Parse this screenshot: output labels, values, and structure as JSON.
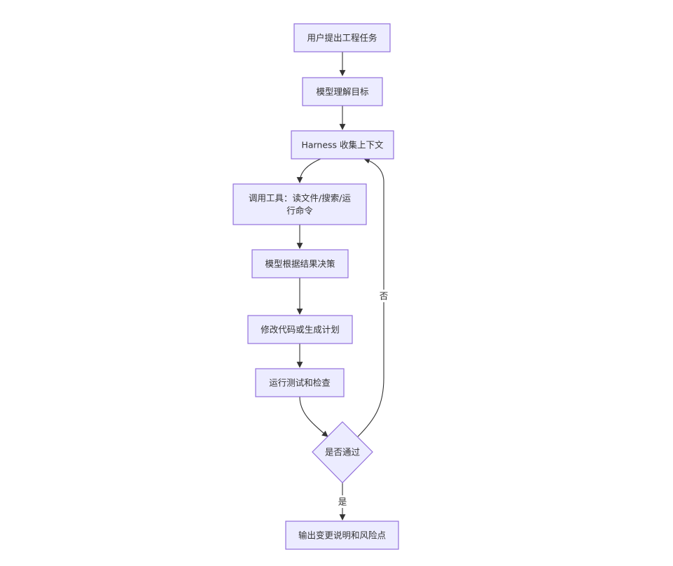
{
  "diagram": {
    "nodes": {
      "n1": "用户提出工程任务",
      "n2": "模型理解目标",
      "n3": "Harness 收集上下文",
      "n4_line1": "调用工具：读文件/搜索/运",
      "n4_line2": "行命令",
      "n5": "模型根据结果决策",
      "n6": "修改代码或生成计划",
      "n7": "运行测试和检查",
      "n8": "是否通过",
      "n9": "输出变更说明和风险点"
    },
    "edge_labels": {
      "no": "否",
      "yes": "是"
    },
    "colors": {
      "node_fill": "#ECECFF",
      "node_stroke": "#9370DB",
      "edge": "#333333",
      "text": "#333333"
    }
  }
}
